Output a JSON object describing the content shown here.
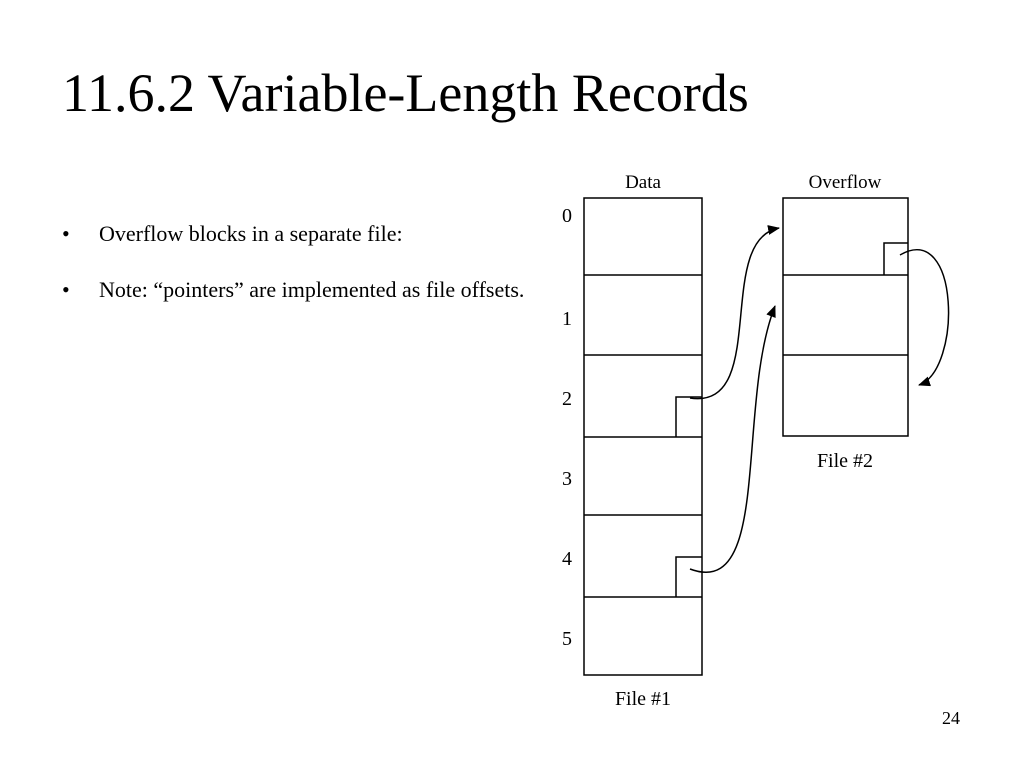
{
  "slide": {
    "title": "11.6.2 Variable-Length Records",
    "page_number": "24"
  },
  "bullets": [
    {
      "marker": "•",
      "text": "Overflow blocks in a separate file:"
    },
    {
      "marker": "•",
      "text": "Note: “pointers” are implemented as file offsets."
    }
  ],
  "diagram": {
    "data_file": {
      "header": "Data",
      "caption": "File #1",
      "block_labels": [
        "0",
        "1",
        "2",
        "3",
        "4",
        "5"
      ]
    },
    "overflow_file": {
      "header": "Overflow",
      "caption": "File #2"
    }
  }
}
